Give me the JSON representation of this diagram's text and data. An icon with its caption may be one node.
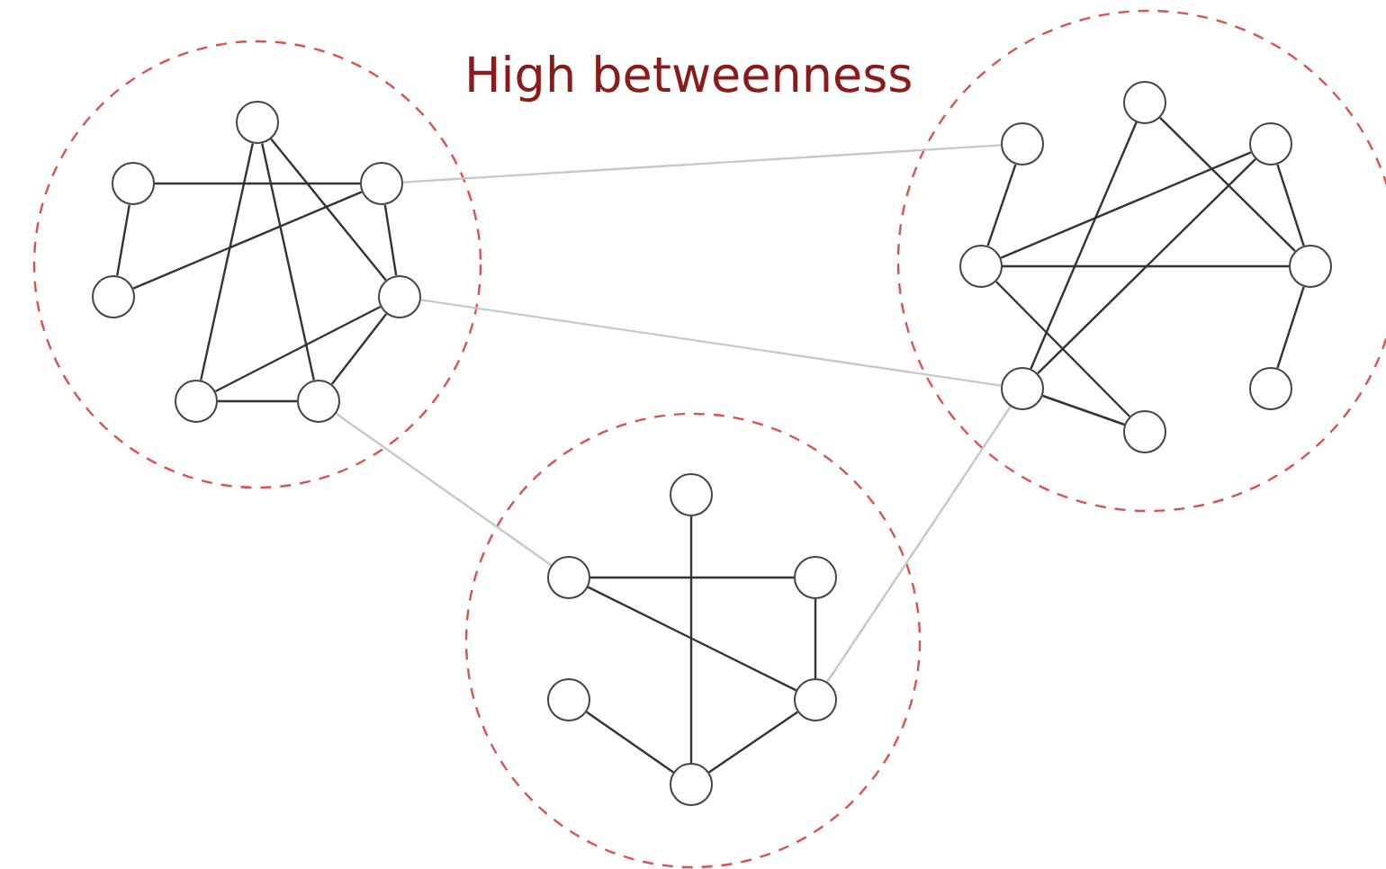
{
  "diagram": {
    "title": "High betweenness",
    "nodes": [
      {
        "text": [],
        "shape": "circle"
      },
      {
        "text": [],
        "shape": "circle",
        "in": 0
      },
      {
        "text": [],
        "shape": "circle",
        "in": 0
      },
      {
        "text": [],
        "shape": "circle",
        "in": 0
      },
      {
        "text": [],
        "shape": "circle",
        "in": 0
      },
      {
        "text": [],
        "shape": "circle",
        "in": 0
      },
      {
        "text": [],
        "shape": "circle",
        "in": 0
      },
      {
        "text": [],
        "shape": "circle",
        "in": 0
      },
      {
        "text": [],
        "shape": "circle"
      },
      {
        "text": [],
        "shape": "circle",
        "in": 8
      },
      {
        "text": [],
        "shape": "circle",
        "in": 8
      },
      {
        "text": [],
        "shape": "circle",
        "in": 8
      },
      {
        "text": [],
        "shape": "circle",
        "in": 8
      },
      {
        "text": [],
        "shape": "circle",
        "in": 8
      },
      {
        "text": [],
        "shape": "circle",
        "in": 8
      },
      {
        "text": [],
        "shape": "circle",
        "in": 8
      },
      {
        "text": [],
        "shape": "circle",
        "in": 8
      },
      {
        "text": [],
        "shape": "circle"
      },
      {
        "text": [],
        "shape": "circle",
        "in": 17
      },
      {
        "text": [],
        "shape": "circle",
        "in": 17
      },
      {
        "text": [],
        "shape": "circle",
        "in": 17
      },
      {
        "text": [],
        "shape": "circle",
        "in": 17
      },
      {
        "text": [],
        "shape": "circle",
        "in": 17
      },
      {
        "text": [],
        "shape": "circle",
        "in": 17
      }
    ],
    "edges": [
      {
        "from": 2,
        "to": 3,
        "arrow": "none"
      },
      {
        "from": 2,
        "to": 4,
        "arrow": "none"
      },
      {
        "from": 4,
        "to": 3,
        "arrow": "none"
      },
      {
        "from": 1,
        "to": 6,
        "arrow": "none"
      },
      {
        "from": 1,
        "to": 7,
        "arrow": "none"
      },
      {
        "from": 1,
        "to": 5,
        "arrow": "none"
      },
      {
        "from": 3,
        "to": 5,
        "arrow": "none"
      },
      {
        "from": 5,
        "to": 6,
        "arrow": "none"
      },
      {
        "from": 5,
        "to": 7,
        "arrow": "none"
      },
      {
        "from": 6,
        "to": 7,
        "arrow": "none"
      },
      {
        "from": 9,
        "to": 12,
        "arrow": "none"
      },
      {
        "from": 10,
        "to": 14,
        "arrow": "none"
      },
      {
        "from": 10,
        "to": 13,
        "arrow": "none"
      },
      {
        "from": 11,
        "to": 12,
        "arrow": "none"
      },
      {
        "from": 11,
        "to": 14,
        "arrow": "none"
      },
      {
        "from": 11,
        "to": 13,
        "arrow": "none"
      },
      {
        "from": 12,
        "to": 13,
        "arrow": "none"
      },
      {
        "from": 12,
        "to": 15,
        "arrow": "none"
      },
      {
        "from": 14,
        "to": 15,
        "arrow": "none"
      },
      {
        "from": 13,
        "to": 16,
        "arrow": "none"
      },
      {
        "from": 19,
        "to": 20,
        "arrow": "none"
      },
      {
        "from": 18,
        "to": 23,
        "arrow": "none"
      },
      {
        "from": 19,
        "to": 22,
        "arrow": "none"
      },
      {
        "from": 20,
        "to": 22,
        "arrow": "none"
      },
      {
        "from": 21,
        "to": 23,
        "arrow": "none"
      },
      {
        "from": 22,
        "to": 23,
        "arrow": "none"
      },
      {
        "from": 3,
        "to": 9,
        "arrow": "none",
        "color": "#c8c8c8"
      },
      {
        "from": 5,
        "to": 14,
        "arrow": "none",
        "color": "#c8c8c8"
      },
      {
        "from": 7,
        "to": 19,
        "arrow": "none",
        "color": "#c8c8c8"
      },
      {
        "from": 22,
        "to": 14,
        "arrow": "none",
        "color": "#c8c8c8"
      }
    ]
  }
}
